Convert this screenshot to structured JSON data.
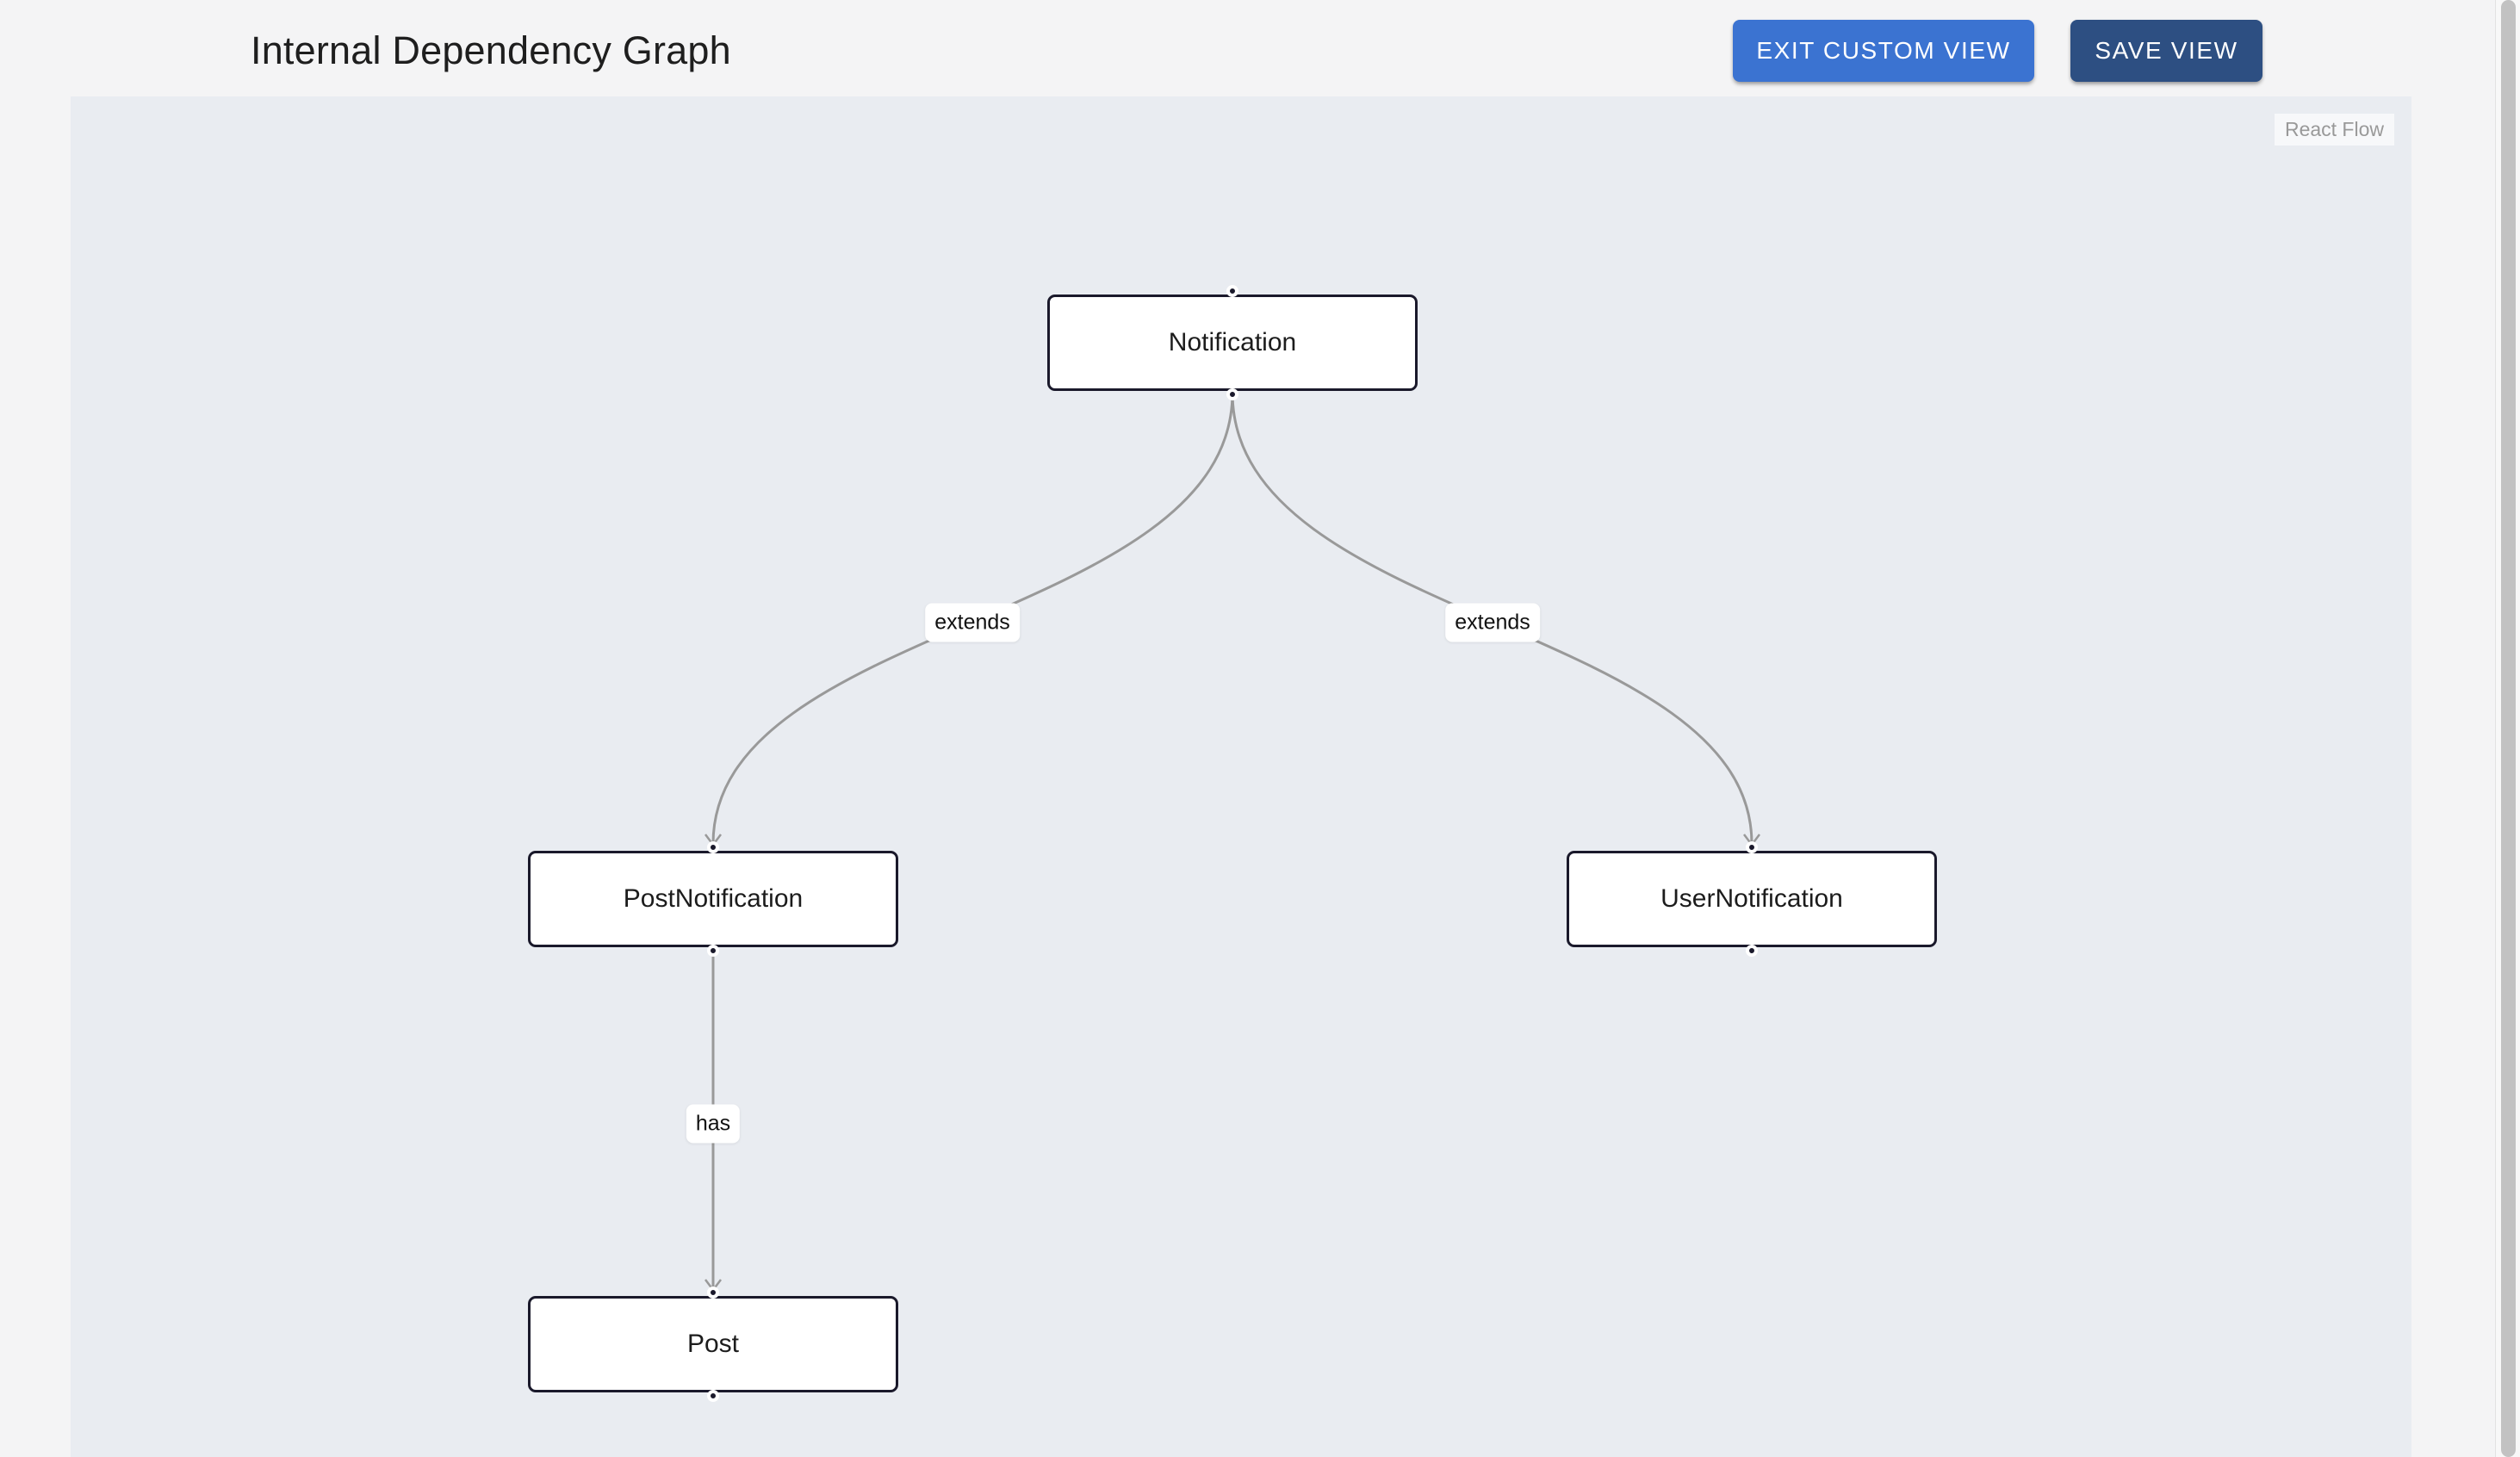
{
  "header": {
    "title": "Internal Dependency Graph",
    "buttons": [
      {
        "label": "EXIT CUSTOM VIEW",
        "color": "#3b73d1"
      },
      {
        "label": "SAVE VIEW",
        "color": "#2d4f82"
      }
    ]
  },
  "canvas": {
    "attribution": "React Flow",
    "background_color": "#e9ecf1",
    "node_border_color": "#1a192b",
    "node_background_color": "#ffffff",
    "edge_color": "#999999",
    "nodes": [
      {
        "label": "Notification"
      },
      {
        "label": "PostNotification"
      },
      {
        "label": "UserNotification"
      },
      {
        "label": "Post"
      }
    ],
    "edges": [
      {
        "source": "Notification",
        "target": "PostNotification",
        "label": "extends"
      },
      {
        "source": "Notification",
        "target": "UserNotification",
        "label": "extends"
      },
      {
        "source": "PostNotification",
        "target": "Post",
        "label": "has"
      }
    ]
  }
}
